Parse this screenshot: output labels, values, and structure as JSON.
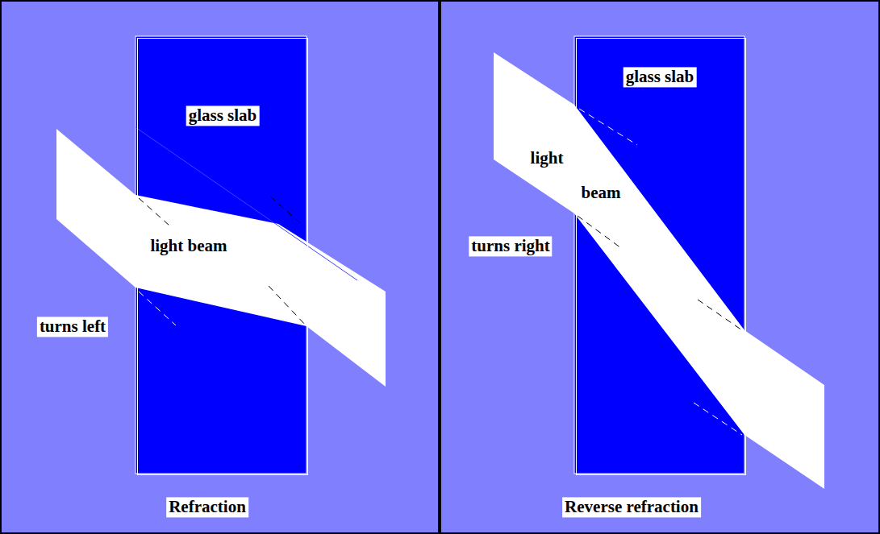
{
  "diagram": {
    "nodes": [
      {
        "text": [
          "Refraction"
        ]
      },
      {
        "text": [
          "glass slab"
        ],
        "in": 0
      },
      {
        "text": [
          "Reverse refraction"
        ]
      },
      {
        "text": [
          "glass slab"
        ],
        "in": 2
      }
    ],
    "labels": [
      "light beam",
      "turns left",
      "light",
      "beam",
      "turns right"
    ]
  }
}
